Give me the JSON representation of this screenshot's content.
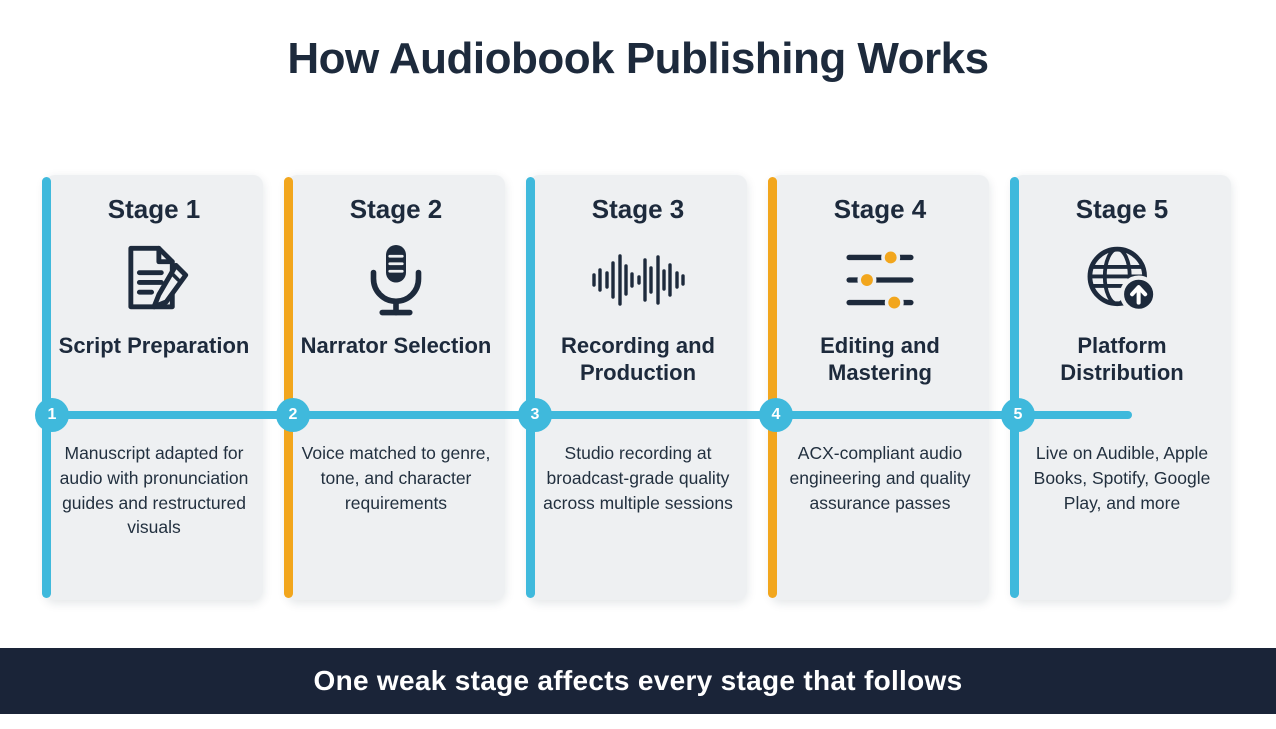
{
  "title": "How Audiobook Publishing Works",
  "stages": [
    {
      "number": "1",
      "label": "Stage 1",
      "title": "Script Preparation",
      "description": "Manuscript adapted for audio with pronunciation guides and restructured visuals",
      "icon": "document-pencil-icon",
      "accent_color": "#3fb9dc"
    },
    {
      "number": "2",
      "label": "Stage 2",
      "title": "Narrator Selection",
      "description": "Voice matched to genre, tone, and character requirements",
      "icon": "microphone-icon",
      "accent_color": "#f2a61d"
    },
    {
      "number": "3",
      "label": "Stage 3",
      "title": "Recording and Production",
      "description": "Studio recording at broadcast-grade quality across multiple sessions",
      "icon": "waveform-icon",
      "accent_color": "#3fb9dc"
    },
    {
      "number": "4",
      "label": "Stage 4",
      "title": "Editing and Mastering",
      "description": "ACX-compliant audio engineering and quality assurance passes",
      "icon": "sliders-icon",
      "accent_color": "#f2a61d"
    },
    {
      "number": "5",
      "label": "Stage 5",
      "title": "Platform Distribution",
      "description": "Live on Audible, Apple Books, Spotify, Google Play, and more",
      "icon": "globe-upload-icon",
      "accent_color": "#3fb9dc"
    }
  ],
  "footer": {
    "text": "One weak stage affects every stage that follows"
  },
  "colors": {
    "background": "#ffffff",
    "card_background": "#eef0f2",
    "text_dark": "#1d2a3c",
    "accent_cyan": "#3fb9dc",
    "accent_orange": "#f2a61d",
    "banner_background": "#1a2438",
    "banner_text": "#ffffff"
  }
}
